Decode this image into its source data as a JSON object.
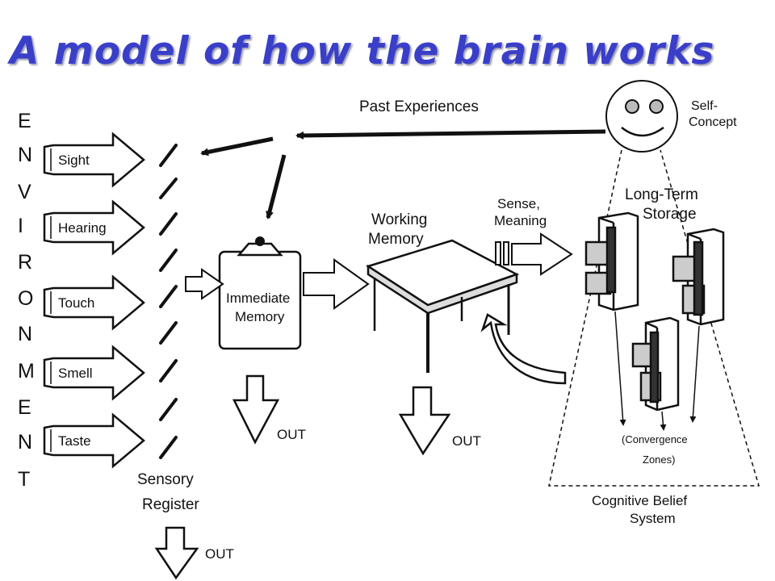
{
  "title": "A model of how the brain works",
  "environment_letters": [
    "E",
    "N",
    "V",
    "I",
    "R",
    "O",
    "N",
    "M",
    "E",
    "N",
    "T"
  ],
  "senses": [
    "Sight",
    "Hearing",
    "Touch",
    "Smell",
    "Taste"
  ],
  "labels": {
    "past_experiences": "Past Experiences",
    "self_line1": "Self-",
    "self_line2": "Concept",
    "long_term_line1": "Long-Term",
    "long_term_line2": "Storage",
    "sense_line1": "Sense,",
    "sense_line2": "Meaning",
    "working_line1": "Working",
    "working_line2": "Memory",
    "immediate_line1": "Immediate",
    "immediate_line2": "Memory",
    "sensory_line1": "Sensory",
    "sensory_line2": "Register",
    "out": "OUT",
    "convergence_line1": "(Convergence",
    "convergence_line2": "Zones)",
    "cognitive_line1": "Cognitive Belief",
    "cognitive_line2": "System"
  }
}
